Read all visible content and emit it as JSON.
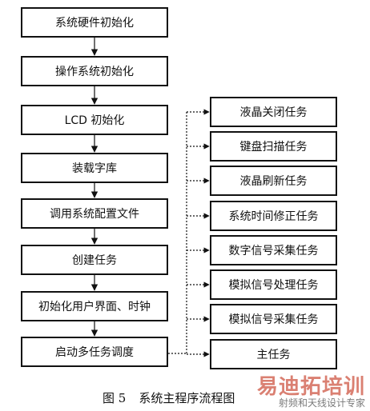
{
  "main_steps": [
    "系统硬件初始化",
    "操作系统初始化",
    "LCD 初始化",
    "装载字库",
    "调用系统配置文件",
    "创建任务",
    "初始化用户界面、时钟",
    "启动多任务调度"
  ],
  "tasks": [
    "液晶关闭任务",
    "键盘扫描任务",
    "液晶刷新任务",
    "系统时间修正任务",
    "数字信号采集任务",
    "模拟信号处理任务",
    "模拟信号采集任务",
    "主任务"
  ],
  "caption": {
    "figure_no": "图 5",
    "title": "系统主程序流程图"
  },
  "watermark": {
    "brand": "易迪拓培训",
    "tagline": "射频和天线设计专家"
  }
}
